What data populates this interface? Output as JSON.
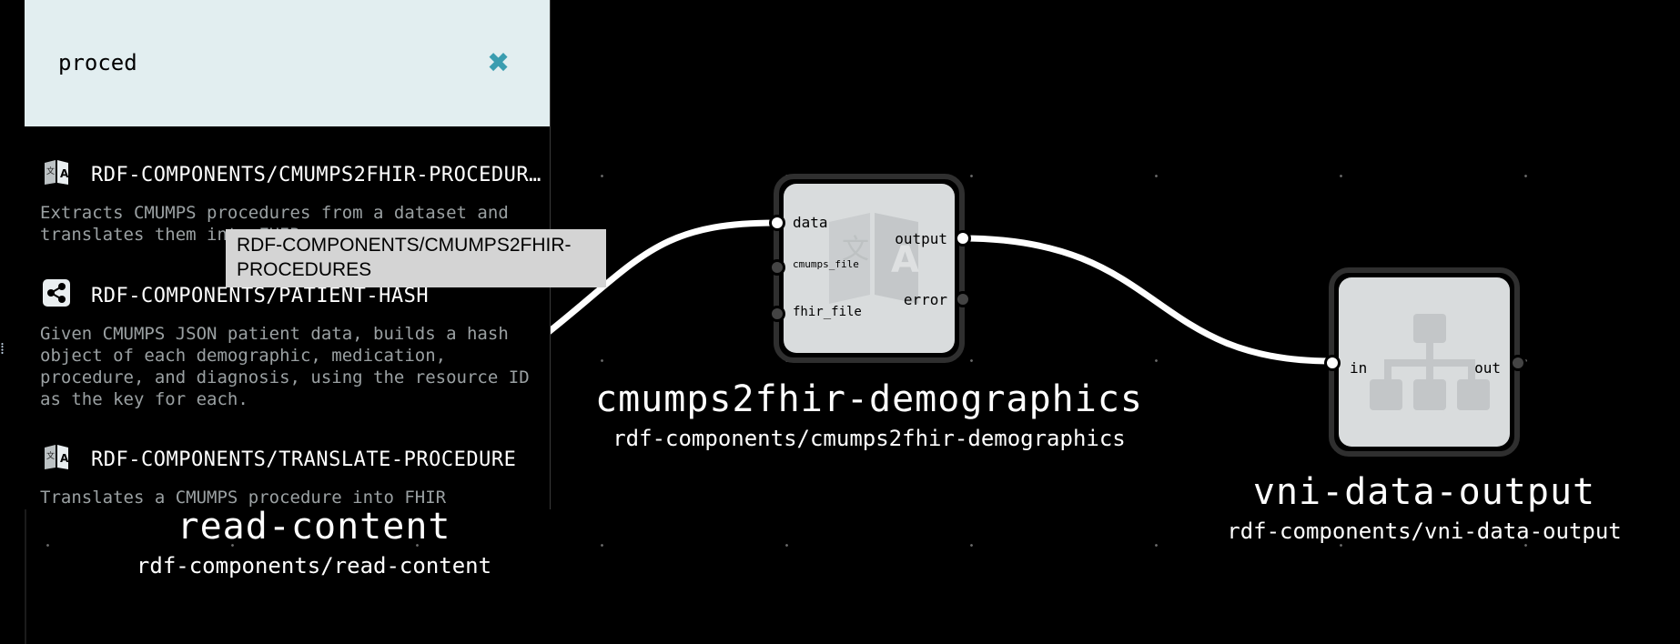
{
  "search": {
    "value": "proced",
    "clear_icon": "close-icon"
  },
  "results": [
    {
      "icon": "translate-icon",
      "title": "RDF-COMPONENTS/CMUMPS2FHIR-PROCEDURES",
      "description": "Extracts CMUMPS procedures from a dataset and translates them into FHIR"
    },
    {
      "icon": "share-icon",
      "title": "RDF-COMPONENTS/PATIENT-HASH",
      "description": "Given CMUMPS JSON patient data, builds a hash object of each demographic, medication, procedure, and diagnosis, using the resource ID as the key for each."
    },
    {
      "icon": "translate-icon",
      "title": "RDF-COMPONENTS/TRANSLATE-PROCEDURE",
      "description": "Translates a CMUMPS procedure into FHIR"
    }
  ],
  "tooltip": {
    "text": "RDF-COMPONENTS/CMUMPS2FHIR-PROCEDURES"
  },
  "nodes": {
    "read_content": {
      "title": "read-content",
      "component": "rdf-components/read-content"
    },
    "cmumps2fhir": {
      "title": "cmumps2fhir-demographics",
      "component": "rdf-components/cmumps2fhir-demographics",
      "icon": "translate-icon",
      "in_ports": [
        "data",
        "cmumps_file",
        "fhir_file"
      ],
      "out_ports": [
        "output",
        "error"
      ]
    },
    "vni_output": {
      "title": "vni-data-output",
      "component": "rdf-components/vni-data-output",
      "icon": "sitemap-icon",
      "in_ports": [
        "in"
      ],
      "out_ports": [
        "out"
      ]
    }
  },
  "colors": {
    "background": "#000000",
    "search_bg": "#e2eef0",
    "accent": "#3a9db0",
    "node_fill": "#d9dcdd"
  }
}
